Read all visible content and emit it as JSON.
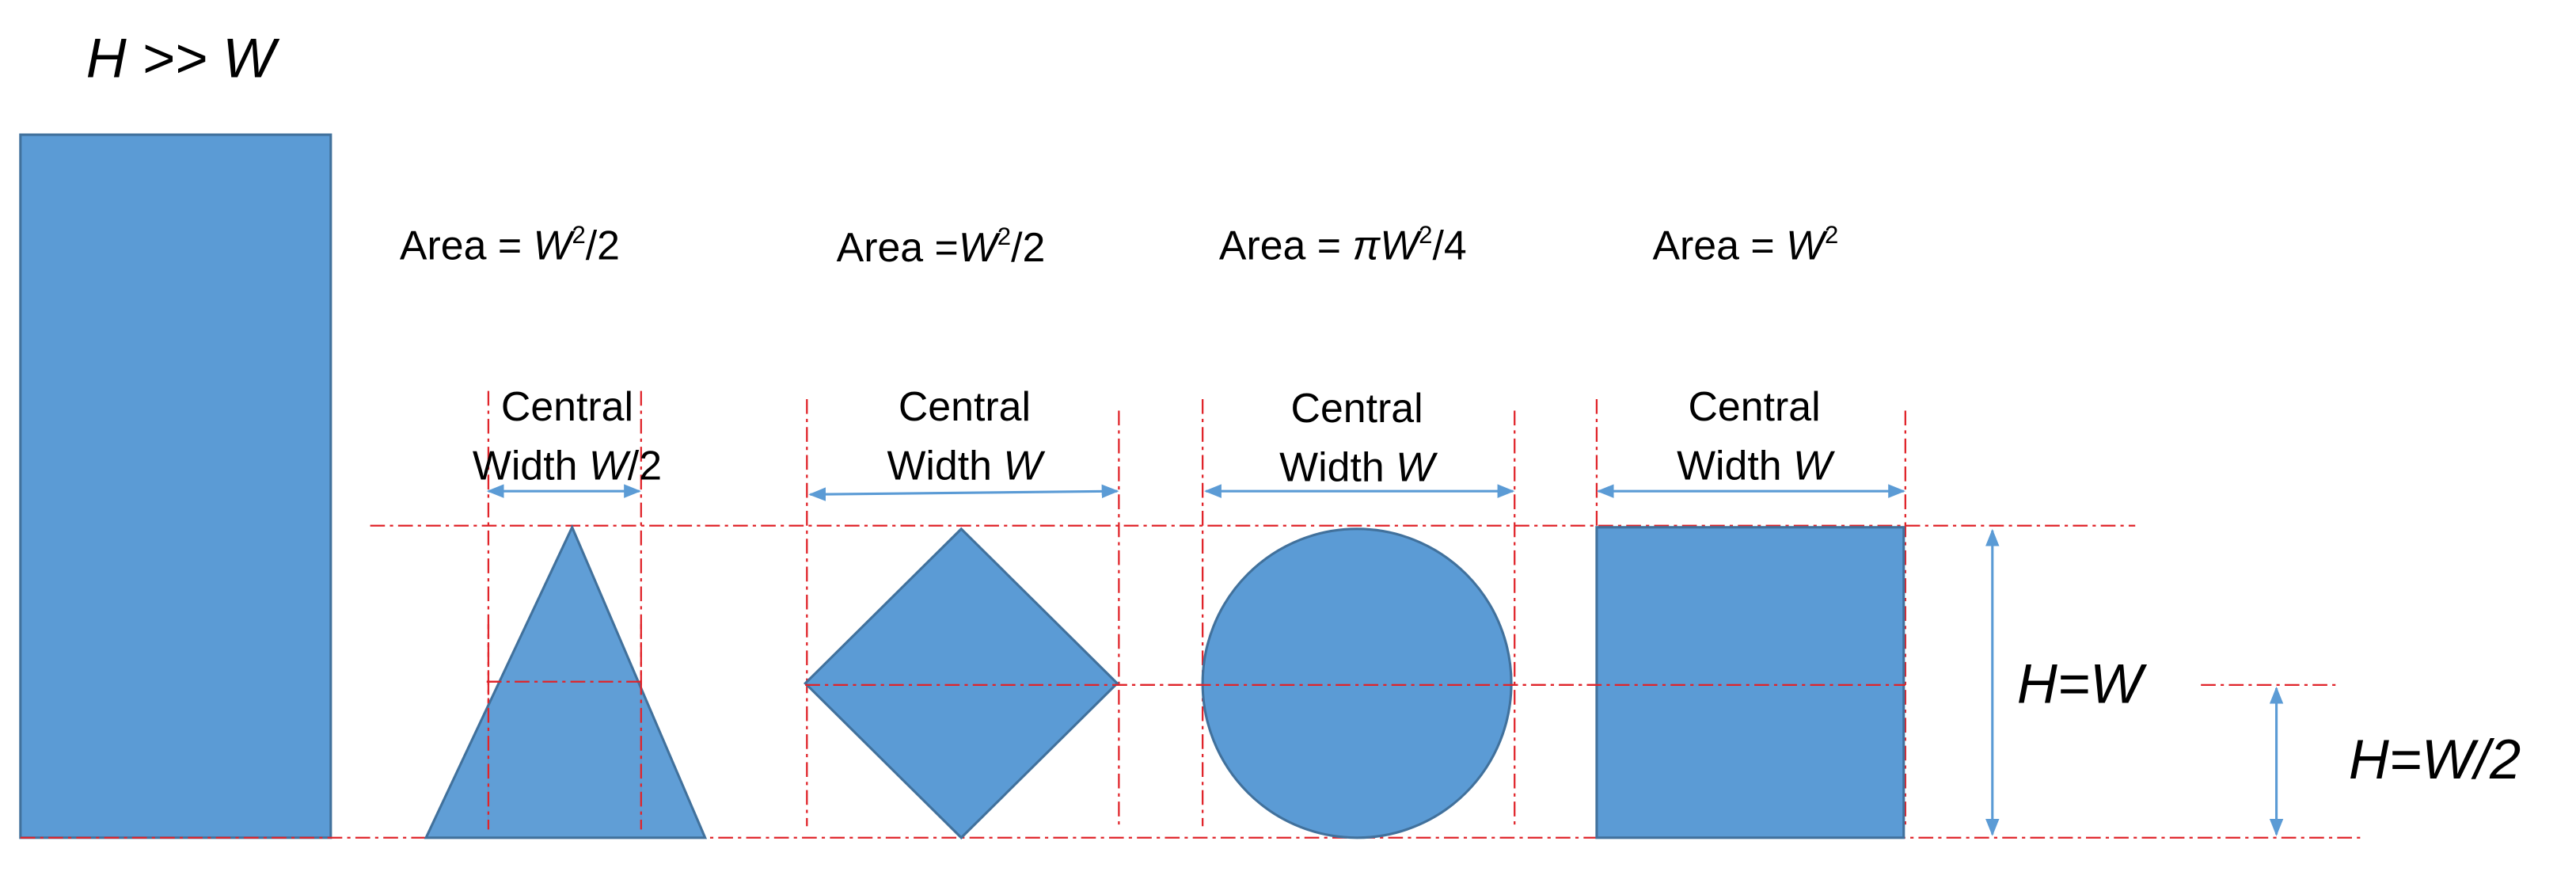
{
  "title": {
    "h": "H",
    "rel": ">>",
    "w": "W"
  },
  "colors": {
    "shape_fill": "#5b9bd5",
    "shape_stroke": "#41719c",
    "guide": "#e0242a",
    "arrow": "#5b9bd5"
  },
  "shapes": [
    {
      "name": "triangle",
      "area": {
        "prefix": "Area = ",
        "var": "W",
        "sup": "2",
        "suffix": "/2"
      },
      "width_line1": "Central",
      "width_line2": {
        "prefix": "Width ",
        "var": "W",
        "suffix": "/2"
      }
    },
    {
      "name": "diamond",
      "area": {
        "prefix": "Area =",
        "var": "W",
        "sup": "2",
        "suffix": "/2"
      },
      "width_line1": "Central",
      "width_line2": {
        "prefix": "Width ",
        "var": "W",
        "suffix": ""
      }
    },
    {
      "name": "circle",
      "area": {
        "prefix": "Area = ",
        "pi": "π",
        "var": "W",
        "sup": "2",
        "suffix": "/4"
      },
      "width_line1": "Central",
      "width_line2": {
        "prefix": "Width ",
        "var": "W",
        "suffix": ""
      }
    },
    {
      "name": "square",
      "area": {
        "prefix": "Area = ",
        "var": "W",
        "sup": "2",
        "suffix": ""
      },
      "width_line1": "Central",
      "width_line2": {
        "prefix": "Width ",
        "var": "W",
        "suffix": ""
      }
    }
  ],
  "height_labels": {
    "full": "H=W",
    "half": "H=W/2"
  }
}
